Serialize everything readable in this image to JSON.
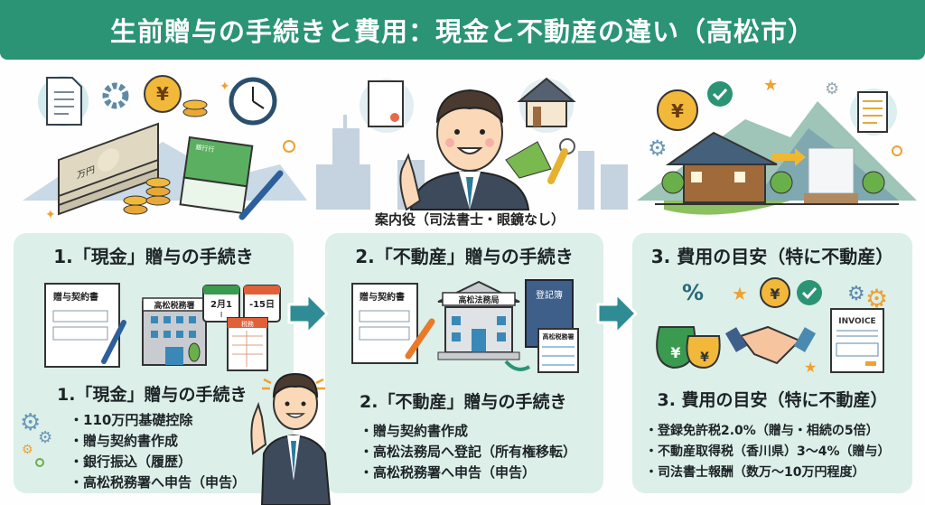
{
  "header": {
    "title": "生前贈与の手続きと費用：現金と不動産の違い（高松市）",
    "background_color": "#2a9474"
  },
  "illustrations": {
    "left": {
      "money_label": "万円",
      "passbook_label": "銀行行"
    },
    "center": {
      "caption": "案内役（司法書士・眼鏡なし）"
    },
    "right": {}
  },
  "panels": [
    {
      "title": "1.「現金」贈与の手続き",
      "icons": {
        "contract_label": "贈与契約書",
        "office_label": "高松税務署",
        "calendar_start": "2月1",
        "calendar_start_sub": "I",
        "calendar_end": "-15日",
        "tax_form_label": "税務"
      },
      "subtitle": "1.「現金」贈与の手続き",
      "bullets": [
        "110万円基礎控除",
        "贈与契約書作成",
        "銀行振込（履歴）",
        "高松税務署へ申告（申告）"
      ]
    },
    {
      "title": "2.「不動産」贈与の手続き",
      "icons": {
        "contract_label": "贈与契約書",
        "bureau_label": "高松法務局",
        "registry_label": "登記簿",
        "tax_office_label": "高松税務署"
      },
      "subtitle": "2.「不動産」贈与の手続き",
      "bullets": [
        "贈与契約書作成",
        "高松法務局へ登記（所有権移転）",
        "高松税務署へ申告（申告）"
      ]
    },
    {
      "title": "3. 費用の目安（特に不動産）",
      "icons": {
        "percent_symbol": "%",
        "yen_symbol": "¥",
        "invoice_label": "INVOICE"
      },
      "subtitle": "3. 費用の目安（特に不動産）",
      "bullets": [
        "登録免許税2.0%（贈与・相続の5倍）",
        "不動産取得税（香川県）3〜4%（贈与）",
        "司法書士報酬（数万〜10万円程度）"
      ]
    }
  ],
  "colors": {
    "panel_bg": "#dcefe9",
    "arrow": "#2f8c94",
    "accent_green": "#2a9474",
    "accent_orange": "#f0a030",
    "suit": "#3d4a5c",
    "tie": "#2a7a9a"
  }
}
